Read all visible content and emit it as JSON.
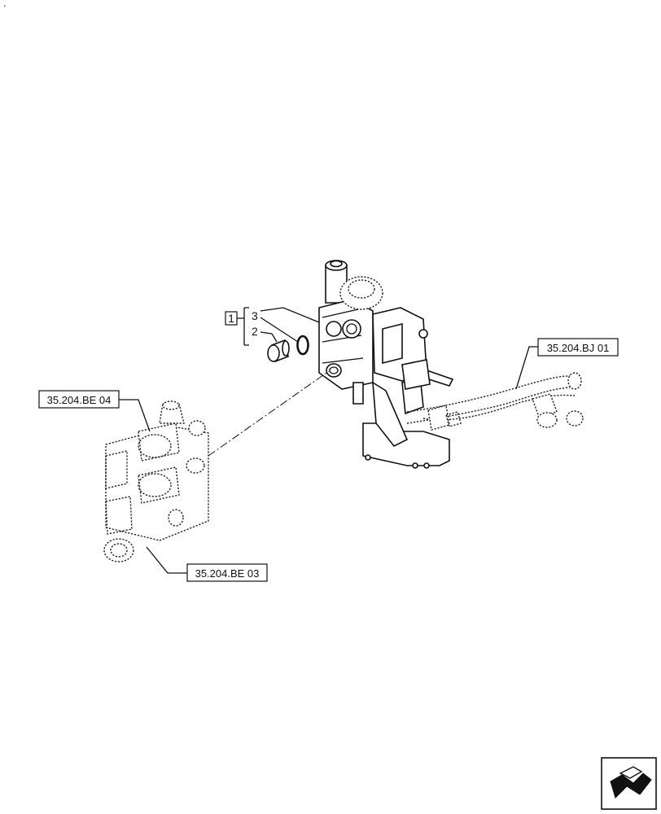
{
  "corner_mark": ".",
  "callouts": {
    "group_box": "1",
    "item_2": "2",
    "item_3": "3"
  },
  "references": {
    "ref_be04": "35.204.BE 04",
    "ref_be03": "35.204.BE 03",
    "ref_bj01": "35.204.BJ 01"
  },
  "nav_icon": "next-page-arrow-icon"
}
